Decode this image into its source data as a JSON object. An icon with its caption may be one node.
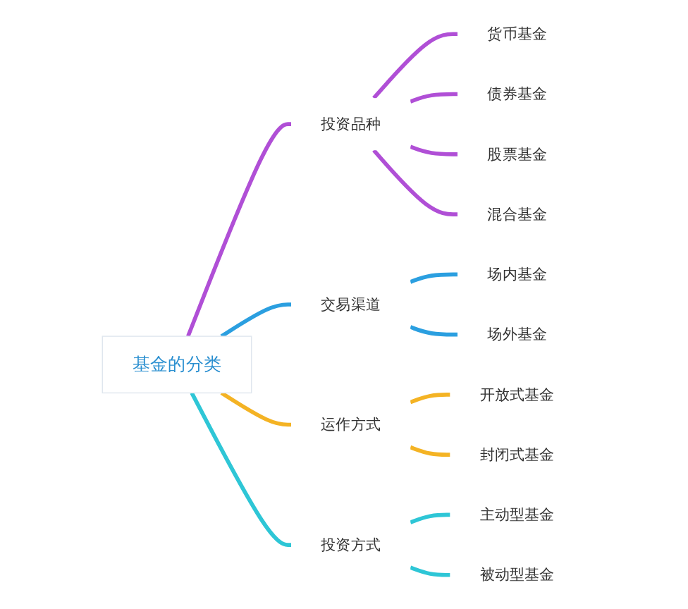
{
  "diagram": {
    "nodes": [
      {
        "text": [
          "基金的分类"
        ]
      },
      {
        "text": [
          "投资品种"
        ]
      },
      {
        "text": [
          "货币基金"
        ]
      },
      {
        "text": [
          "债券基金"
        ]
      },
      {
        "text": [
          "股票基金"
        ]
      },
      {
        "text": [
          "混合基金"
        ]
      },
      {
        "text": [
          "交易渠道"
        ]
      },
      {
        "text": [
          "场内基金"
        ]
      },
      {
        "text": [
          "场外基金"
        ]
      },
      {
        "text": [
          "运作方式"
        ]
      },
      {
        "text": [
          "开放式基金"
        ]
      },
      {
        "text": [
          "封闭式基金"
        ]
      },
      {
        "text": [
          "投资方式"
        ]
      },
      {
        "text": [
          "主动型基金"
        ]
      },
      {
        "text": [
          "被动型基金"
        ]
      }
    ],
    "edges": [
      {
        "from": 0,
        "to": 1,
        "arrow": "none",
        "color": "#b04fd6"
      },
      {
        "from": 1,
        "to": 2,
        "arrow": "none",
        "color": "#b04fd6"
      },
      {
        "from": 1,
        "to": 3,
        "arrow": "none",
        "color": "#b04fd6"
      },
      {
        "from": 1,
        "to": 4,
        "arrow": "none",
        "color": "#b04fd6"
      },
      {
        "from": 1,
        "to": 5,
        "arrow": "none",
        "color": "#b04fd6"
      },
      {
        "from": 0,
        "to": 6,
        "arrow": "none",
        "color": "#2b9fe0"
      },
      {
        "from": 6,
        "to": 7,
        "arrow": "none",
        "color": "#2b9fe0"
      },
      {
        "from": 6,
        "to": 8,
        "arrow": "none",
        "color": "#2b9fe0"
      },
      {
        "from": 0,
        "to": 9,
        "arrow": "none",
        "color": "#f4b324"
      },
      {
        "from": 9,
        "to": 10,
        "arrow": "none",
        "color": "#f4b324"
      },
      {
        "from": 9,
        "to": 11,
        "arrow": "none",
        "color": "#f4b324"
      },
      {
        "from": 0,
        "to": 12,
        "arrow": "none",
        "color": "#2ec6d6"
      },
      {
        "from": 12,
        "to": 13,
        "arrow": "none",
        "color": "#2ec6d6"
      },
      {
        "from": 12,
        "to": 14,
        "arrow": "none",
        "color": "#2ec6d6"
      }
    ]
  }
}
